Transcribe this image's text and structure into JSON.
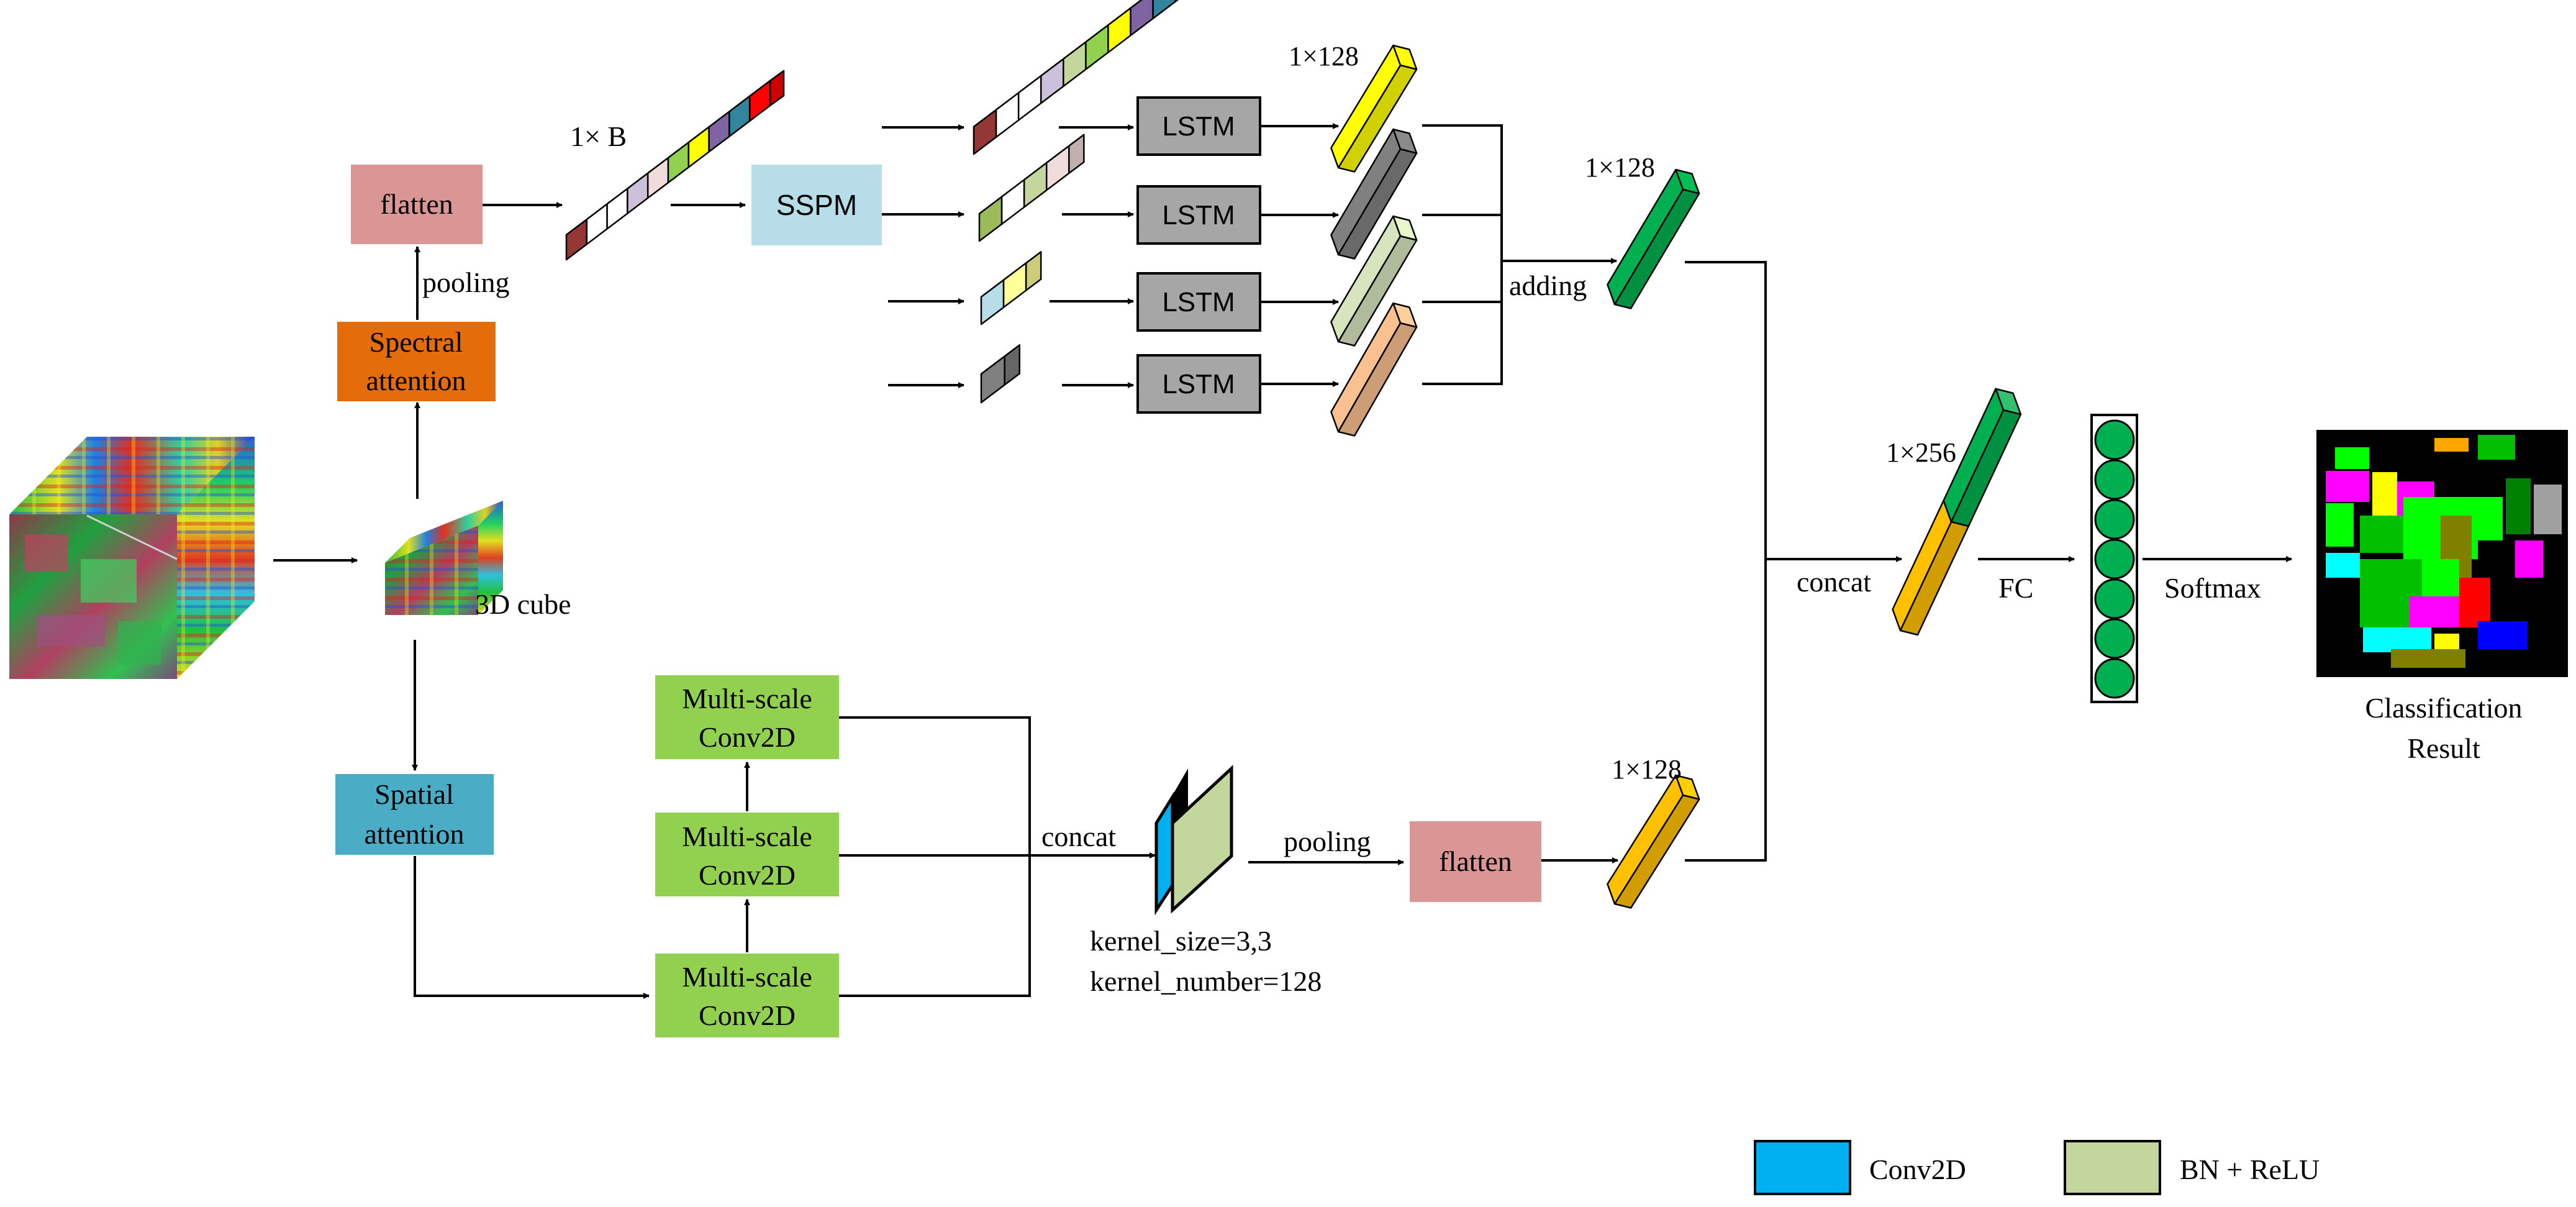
{
  "colors": {
    "flatten": "#d99694",
    "spectral_attention": "#e46c0a",
    "spatial_attention": "#4bacc6",
    "sspm": "#b7dee8",
    "multiscale": "#92d050",
    "lstm": "#a6a6a6",
    "vec_yellow": "#ffff00",
    "vec_gray": "#808080",
    "vec_lightgreen": "#d7e4bd",
    "vec_peach": "#fac090",
    "vec_green": "#00b050",
    "vec_gold": "#ffc000",
    "fc_circle": "#00b050",
    "conv2d": "#00b0f0",
    "bn_relu": "#c3d69b"
  },
  "labels": {
    "flatten_top": "flatten",
    "pooling_top": "pooling",
    "spectral_attention_1": "Spectral",
    "spectral_attention_2": "attention",
    "vec_1xB": "1× B",
    "sspm": "SSPM",
    "lstm": "LSTM",
    "v128_top": "1×128",
    "v128_mid": "1×128",
    "adding": "adding",
    "cube3d": "3D cube",
    "spatial_attention_1": "Spatial",
    "spatial_attention_2": "attention",
    "multiscale_1": "Multi-scale",
    "multiscale_2": "Conv2D",
    "concat_bottom": "concat",
    "pooling_bottom": "pooling",
    "flatten_bottom": "flatten",
    "kernel_size": "kernel_size=3,3",
    "kernel_number": "kernel_number=128",
    "v128_bottom": "1×128",
    "v256": "1×256",
    "concat_right": "concat",
    "fc": "FC",
    "softmax": "Softmax",
    "classification_1": "Classification",
    "classification_2": "Result"
  },
  "legend": [
    {
      "label": "Conv2D",
      "color": "#00b0f0"
    },
    {
      "label": "BN + ReLU",
      "color": "#c3d69b"
    }
  ]
}
